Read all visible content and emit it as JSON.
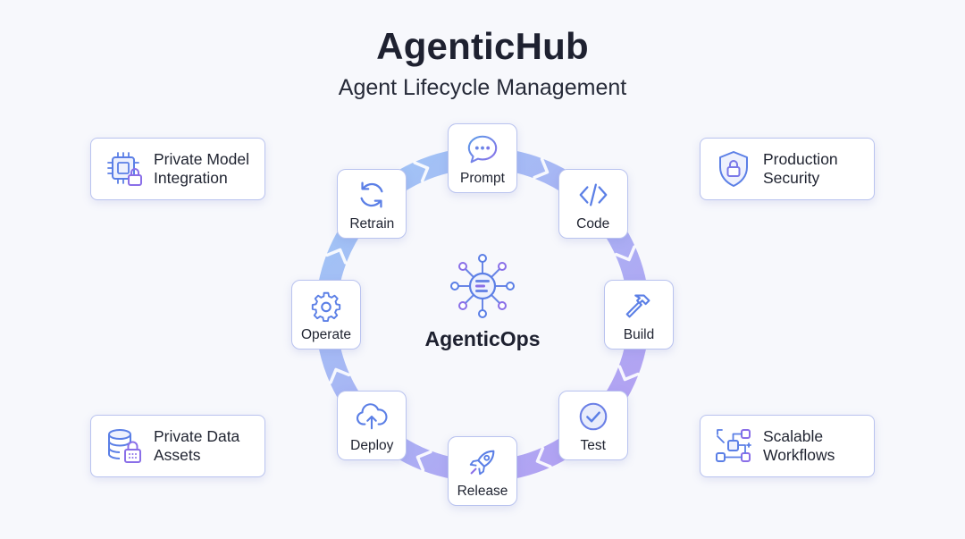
{
  "header": {
    "title": "AgenticHub",
    "subtitle": "Agent Lifecycle Management"
  },
  "hub": {
    "label": "AgenticOps",
    "icon": "network-hub-icon"
  },
  "cycle": [
    {
      "label": "Prompt",
      "icon": "chat-bubble-icon"
    },
    {
      "label": "Code",
      "icon": "code-brackets-icon"
    },
    {
      "label": "Build",
      "icon": "hammer-icon"
    },
    {
      "label": "Test",
      "icon": "check-circle-icon"
    },
    {
      "label": "Release",
      "icon": "rocket-icon"
    },
    {
      "label": "Deploy",
      "icon": "cloud-upload-icon"
    },
    {
      "label": "Operate",
      "icon": "gear-icon"
    },
    {
      "label": "Retrain",
      "icon": "refresh-icon"
    }
  ],
  "features": [
    {
      "label": "Private Model\nIntegration",
      "icon": "chip-lock-icon"
    },
    {
      "label": "Production\nSecurity",
      "icon": "shield-lock-icon"
    },
    {
      "label": "Private Data\nAssets",
      "icon": "database-lock-icon"
    },
    {
      "label": "Scalable\nWorkflows",
      "icon": "workflow-icon"
    }
  ],
  "colors": {
    "ring_start": "#8fc0f5",
    "ring_end": "#a98cf0",
    "border": "#b9c3ef",
    "icon_blue": "#5b7fe6",
    "icon_purple": "#8a6fe8"
  }
}
